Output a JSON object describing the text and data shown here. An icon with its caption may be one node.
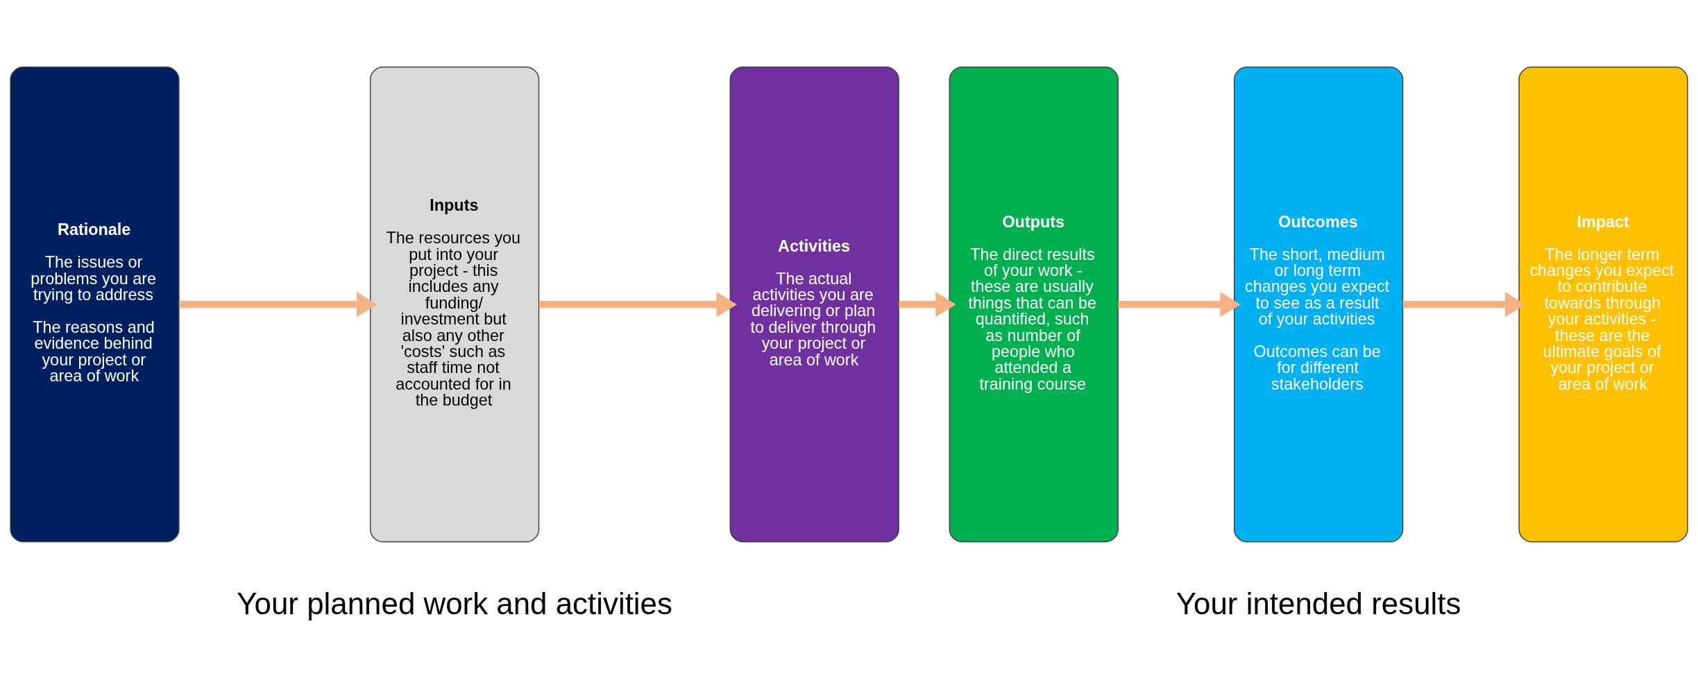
{
  "diagram": {
    "nodes": [
      {
        "text": [
          "Rationale",
          "The issues or problems you are trying to address",
          "The reasons and evidence behind your project or area of work"
        ]
      },
      {
        "text": [
          "Inputs",
          "The resources you put into your project - this includes any funding/ investment but also any other 'costs' such as staff time not accounted for in the budget"
        ]
      },
      {
        "text": [
          "Activities",
          "The actual activities you are delivering or plan to deliver through your project or area of work"
        ]
      },
      {
        "text": [
          "Outputs",
          "The direct results of your work - these are usually things that can be quantified, such as number of people who attended a training course"
        ]
      },
      {
        "text": [
          "Outcomes",
          "The short, medium or long term changes you expect to see as a result of your activities",
          "Outcomes can be for different stakeholders"
        ]
      },
      {
        "text": [
          "Impact",
          "The longer term changes you expect to contribute towards through your activities - these are the ultimate goals of your project or area of work"
        ]
      }
    ],
    "edges": [
      {
        "from": 0,
        "to": 1,
        "arrow": "to"
      },
      {
        "from": 1,
        "to": 2,
        "arrow": "to"
      },
      {
        "from": 2,
        "to": 3,
        "arrow": "to"
      },
      {
        "from": 3,
        "to": 4,
        "arrow": "to"
      },
      {
        "from": 4,
        "to": 5,
        "arrow": "to"
      }
    ],
    "labels": [
      "Your planned work and activities",
      "Your intended results"
    ]
  }
}
